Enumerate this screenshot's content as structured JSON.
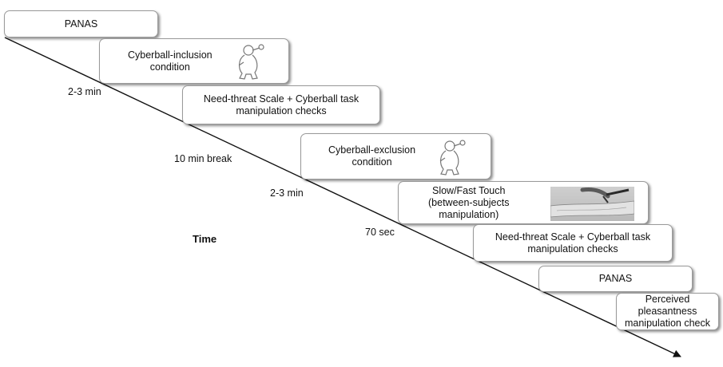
{
  "steps": [
    {
      "text": "PANAS"
    },
    {
      "text": "Cyberball-inclusion\ncondition",
      "icon": "cyberball-figure-icon"
    },
    {
      "text": "Need-threat Scale + Cyberball task\nmanipulation checks"
    },
    {
      "text": "Cyberball-exclusion\ncondition",
      "icon": "cyberball-figure-icon"
    },
    {
      "text": "Slow/Fast Touch\n(between-subjects\nmanipulation)",
      "icon": "forearm-brush-photo"
    },
    {
      "text": "Need-threat Scale + Cyberball task\nmanipulation checks"
    },
    {
      "text": "PANAS"
    },
    {
      "text": "Perceived\npleasantness\nmanipulation check"
    }
  ],
  "intervals": [
    "2-3 min",
    "10 min break",
    "2-3 min",
    "70 sec"
  ],
  "axis_label": "Time",
  "colors": {
    "line": "#111111",
    "border": "#9a9a9a",
    "shadow": "#555555"
  }
}
